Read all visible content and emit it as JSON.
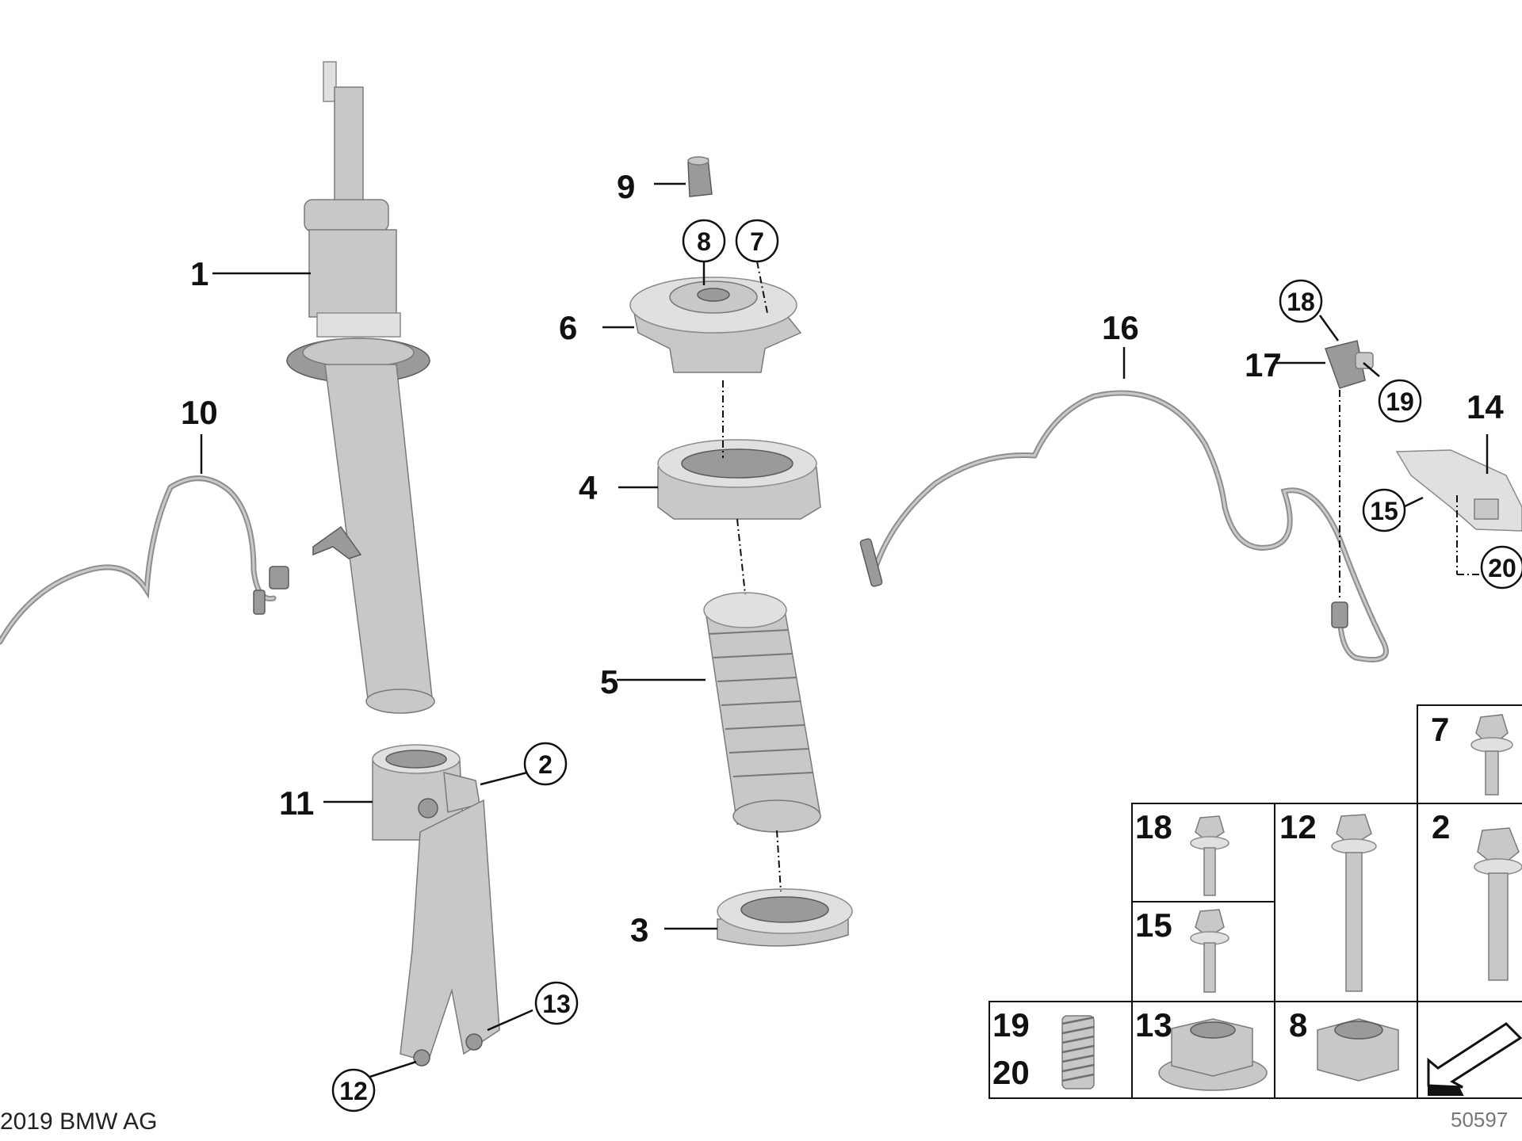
{
  "callouts": {
    "c1": "1",
    "c2": "2",
    "c3": "3",
    "c4": "4",
    "c5": "5",
    "c6": "6",
    "c7": "7",
    "c8": "8",
    "c9": "9",
    "c10": "10",
    "c11": "11",
    "c12": "12",
    "c13": "13",
    "c14": "14",
    "c15": "15",
    "c16": "16",
    "c17": "17",
    "c18": "18",
    "c19": "19",
    "c20": "20"
  },
  "table": {
    "t7": "7",
    "t18": "18",
    "t12": "12",
    "t2": "2",
    "t15": "15",
    "t19": "19",
    "t20": "20",
    "t13": "13",
    "t8": "8"
  },
  "footer": {
    "copyright": "2019 BMW AG",
    "diagram_number": "50597"
  }
}
